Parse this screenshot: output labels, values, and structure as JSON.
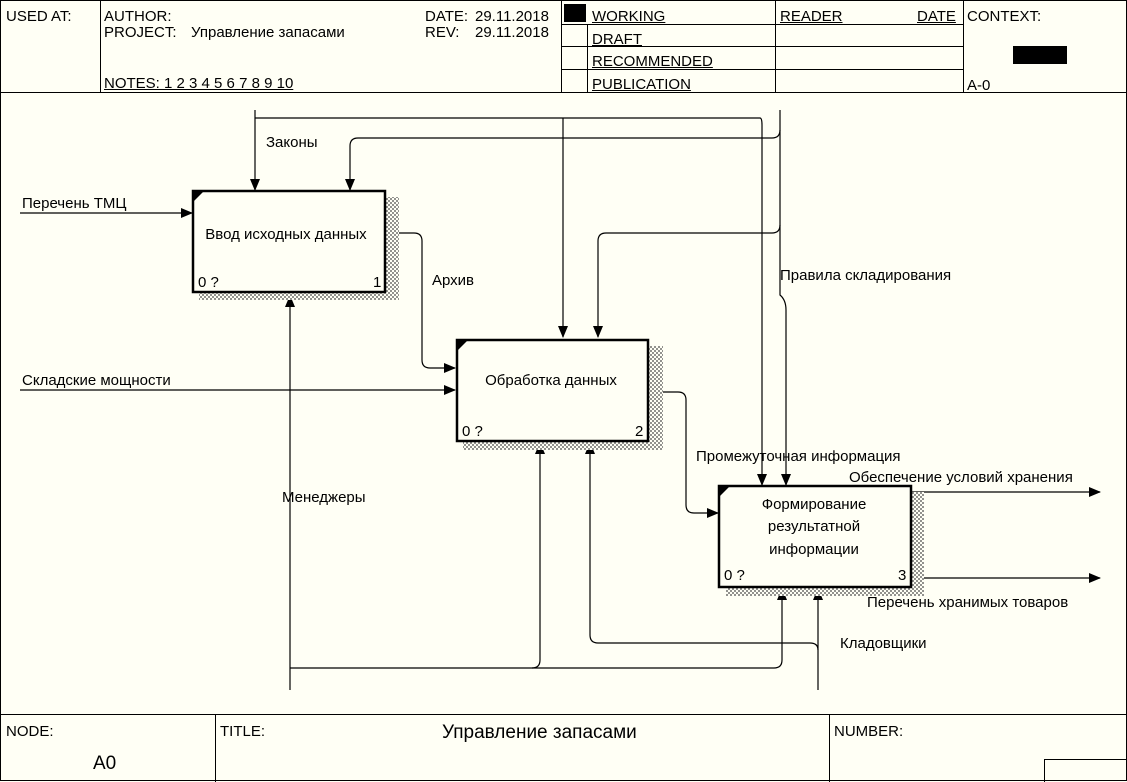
{
  "header": {
    "used_at_label": "USED AT:",
    "author_label": "AUTHOR:",
    "project_label": "PROJECT:",
    "project_value": "Управление запасами",
    "notes": "NOTES:  1  2  3  4  5  6  7  8  9  10",
    "date_label": "DATE:",
    "date_value": "29.11.2018",
    "rev_label": "REV:",
    "rev_value": "29.11.2018",
    "status": [
      "WORKING",
      "DRAFT",
      "RECOMMENDED",
      "PUBLICATION"
    ],
    "reader_label": "READER",
    "reader_date_label": "DATE",
    "context_label": "CONTEXT:",
    "context_node": "A-0"
  },
  "diagram": {
    "boxes": [
      {
        "title": "Ввод исходных данных",
        "cost": "0 ?",
        "num": "1"
      },
      {
        "title": "Обработка данных",
        "cost": "0 ?",
        "num": "2"
      },
      {
        "title_lines": [
          "Формирование",
          "результатной",
          "информации"
        ],
        "cost": "0 ?",
        "num": "3"
      }
    ],
    "arrows": {
      "laws": "Законы",
      "tmc_list": "Перечень ТМЦ",
      "archive": "Архив",
      "storage_rules": "Правила складирования",
      "capacity": "Складские мощности",
      "intermediate": "Промежуточная информация",
      "managers": "Менеджеры",
      "storage_conditions": "Обеспечение условий хранения",
      "stored_goods": "Перечень хранимых товаров",
      "storekeepers": "Кладовщики"
    }
  },
  "footer": {
    "node_label": "NODE:",
    "node_value": "A0",
    "title_label": "TITLE:",
    "title_value": "Управление запасами",
    "number_label": "NUMBER:"
  }
}
